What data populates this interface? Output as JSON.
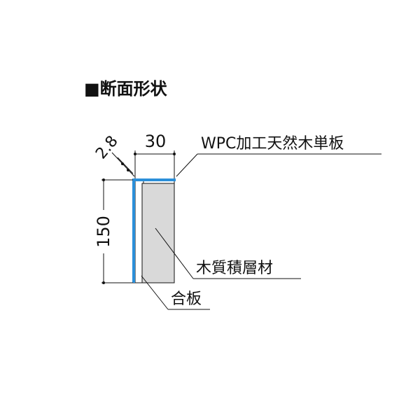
{
  "title": "■断面形状",
  "dimensions": {
    "thickness": "2.8",
    "width": "30",
    "height": "150"
  },
  "callouts": {
    "veneer": "WPC加工天然木単板",
    "core": "木質積層材",
    "plywood": "合板"
  },
  "colors": {
    "veneer": "#2b8fd9",
    "core": "#d9d9d9",
    "plywood": "#ffffff",
    "line": "#111111"
  }
}
